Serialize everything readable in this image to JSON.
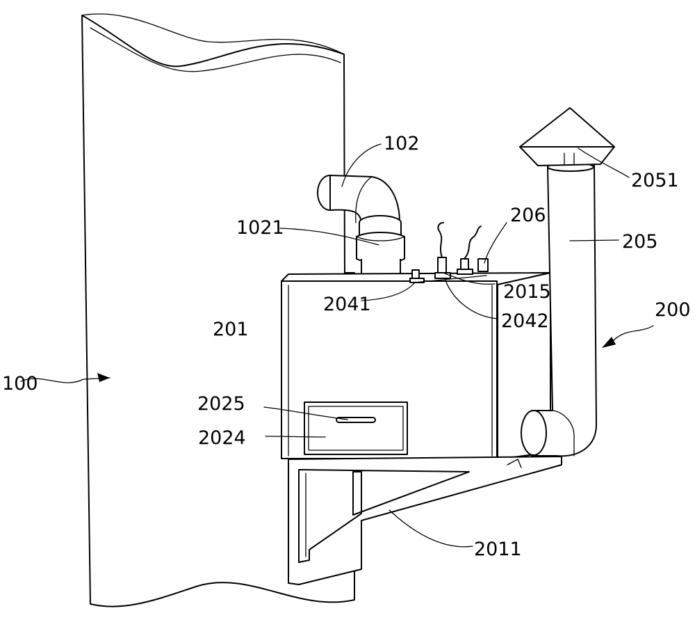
{
  "labels": {
    "l100": "100",
    "l102": "102",
    "l1021": "1021",
    "l2051": "2051",
    "l206": "206",
    "l205": "205",
    "l2015": "2015",
    "l2041": "2041",
    "l2042": "2042",
    "l200": "200",
    "l201": "201",
    "l2025": "2025",
    "l2024": "2024",
    "l2011": "2011"
  }
}
